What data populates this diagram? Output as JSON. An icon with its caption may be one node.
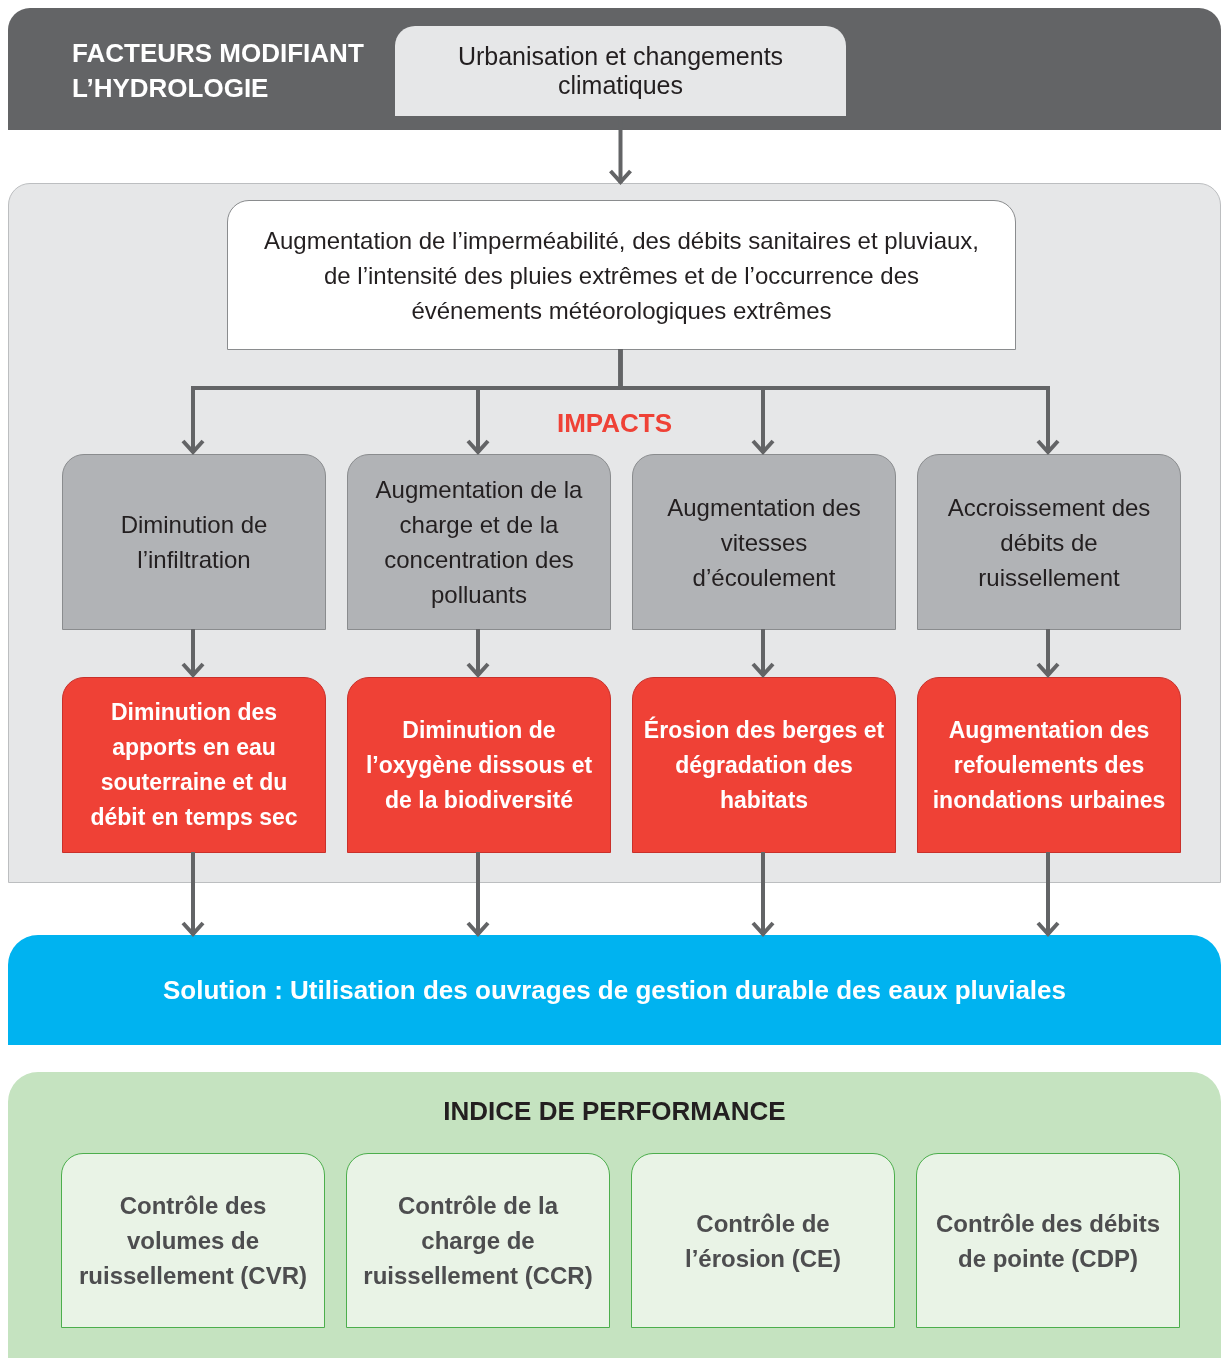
{
  "diagram": {
    "nodes": [
      {
        "text": [
          "FACTEURS MODIFIANT L’HYDROLOGIE"
        ]
      },
      {
        "text": [
          "Urbanisation et changements climatiques"
        ],
        "in": 0
      },
      {
        "text": [
          "IMPACTS"
        ]
      },
      {
        "text": [
          "Augmentation de l’imperméabilité, des débits sanitaires et pluviaux, de l’intensité des pluies extrêmes et de l’occurrence des événements météorologiques extrêmes"
        ],
        "in": 2
      },
      {
        "text": [
          "Diminution de l’infiltration"
        ],
        "in": 2
      },
      {
        "text": [
          "Augmentation de la charge et de la concentration des polluants"
        ],
        "in": 2
      },
      {
        "text": [
          "Augmentation des vitesses d’écoulement"
        ],
        "in": 2
      },
      {
        "text": [
          "Accroissement des débits de ruissellement"
        ],
        "in": 2
      },
      {
        "text": [
          "Diminution des apports en eau souterraine et du débit en temps sec"
        ],
        "in": 2
      },
      {
        "text": [
          "Diminution de l’oxygène dissous et de la biodiversité"
        ],
        "in": 2
      },
      {
        "text": [
          "Érosion des berges et dégradation des habitats"
        ],
        "in": 2
      },
      {
        "text": [
          "Augmentation des refoulements des inondations urbaines"
        ],
        "in": 2
      },
      {
        "text": [
          "Solution : Utilisation des ouvrages de gestion durable des eaux pluviales"
        ]
      },
      {
        "text": [
          "INDICE DE PERFORMANCE"
        ]
      },
      {
        "text": [
          "Contrôle des volumes de ruissellement (CVR)"
        ],
        "in": 13
      },
      {
        "text": [
          "Contrôle de la charge de ruissellement (CCR)"
        ],
        "in": 13
      },
      {
        "text": [
          "Contrôle de l’érosion (CE)"
        ],
        "in": 13
      },
      {
        "text": [
          "Contrôle des débits de pointe (CDP)"
        ],
        "in": 13
      }
    ],
    "edges": [
      {
        "from": 1,
        "to": 2,
        "arrow": "to"
      },
      {
        "from": 3,
        "to": 4,
        "arrow": "to"
      },
      {
        "from": 3,
        "to": 5,
        "arrow": "to"
      },
      {
        "from": 3,
        "to": 6,
        "arrow": "to"
      },
      {
        "from": 3,
        "to": 7,
        "arrow": "to"
      },
      {
        "from": 4,
        "to": 8,
        "arrow": "to"
      },
      {
        "from": 5,
        "to": 9,
        "arrow": "to"
      },
      {
        "from": 6,
        "to": 10,
        "arrow": "to"
      },
      {
        "from": 7,
        "to": 11,
        "arrow": "to"
      },
      {
        "from": 8,
        "to": 12,
        "arrow": "to"
      },
      {
        "from": 9,
        "to": 12,
        "arrow": "to"
      },
      {
        "from": 10,
        "to": 12,
        "arrow": "to"
      },
      {
        "from": 11,
        "to": 12,
        "arrow": "to"
      }
    ]
  }
}
